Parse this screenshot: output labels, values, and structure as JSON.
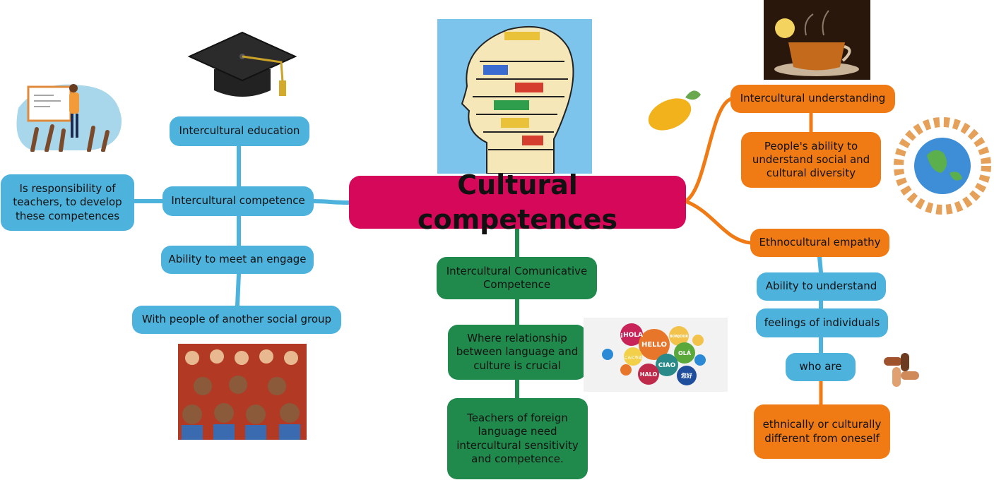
{
  "central": {
    "title": "Cultural competences"
  },
  "left_branch": {
    "education": "Intercultural education",
    "competence": "Intercultural competence",
    "responsibility": "Is responsibility of teachers, to develop these competences",
    "ability": "Ability to meet an engage",
    "people": "With people of another social group"
  },
  "center_branch": {
    "communicative": "Intercultural Comunicative Competence",
    "relationship": "Where relationship between language and culture is crucial",
    "teachers": "Teachers of foreign language need intercultural sensitivity and competence."
  },
  "right_branch": {
    "understanding": "Intercultural understanding",
    "diversity": "People's ability to understand social and cultural diversity",
    "empathy": "Ethnocultural empathy",
    "ability_understand": "Ability to understand",
    "feelings": "feelings of individuals",
    "who_are": "who are",
    "different": "ethnically or culturally different from oneself"
  },
  "speech_bubbles": [
    "¡HOLA",
    "HELLO",
    "BONJOUR",
    "OLÁ",
    "CIAO",
    "HALO",
    "こんにちは",
    "您好"
  ],
  "icons": [
    "graduation-cap-icon",
    "teacher-illustration",
    "head-words-illustration",
    "mango-icon",
    "tea-cup-photo",
    "globe-children-illustration",
    "diverse-crowd-illustration",
    "speech-bubbles-illustration",
    "hands-together-icon"
  ],
  "colors": {
    "central": "#d6085a",
    "blue": "#4db2dc",
    "orange": "#f07a14",
    "green": "#1f8a4c"
  }
}
